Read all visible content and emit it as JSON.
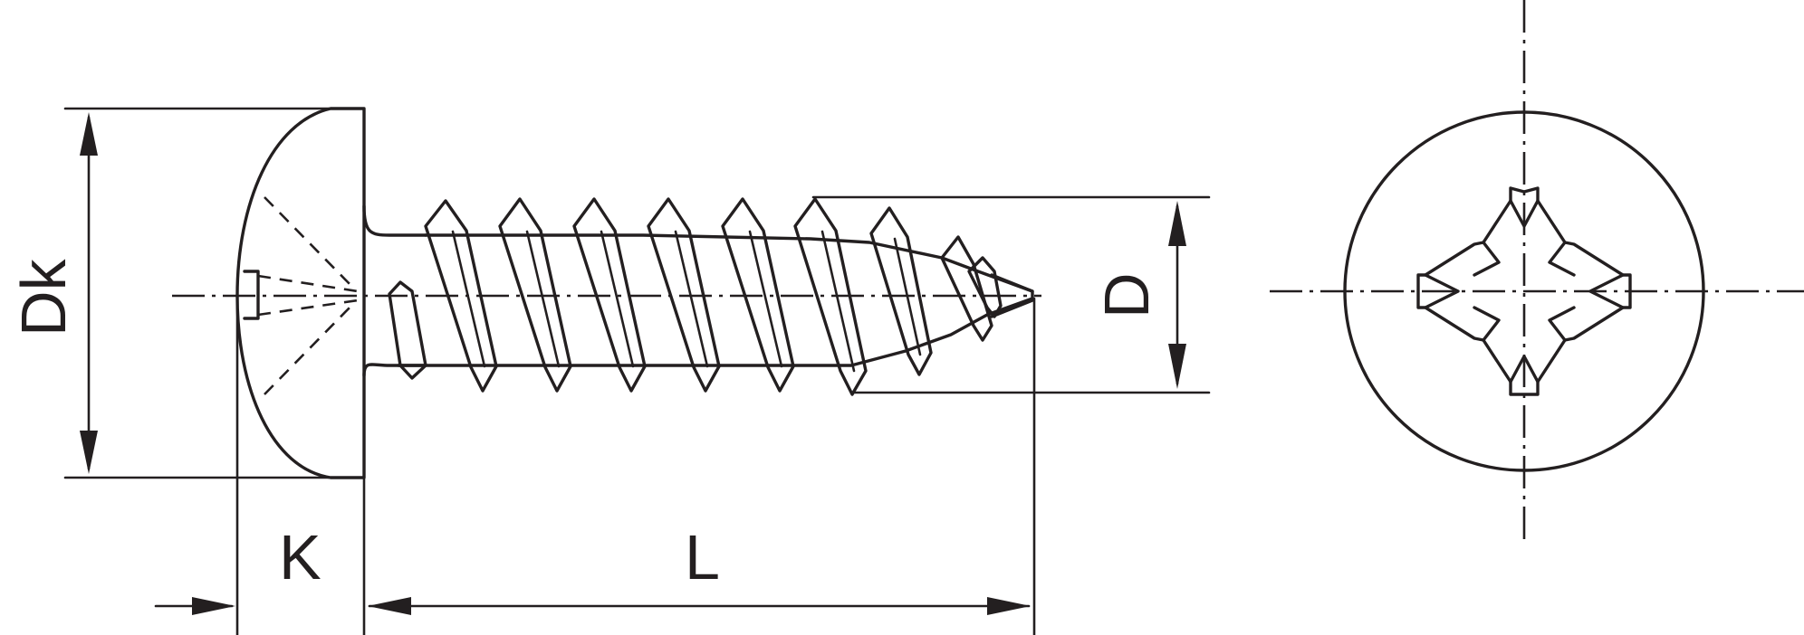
{
  "labels": {
    "head_diameter": "Dk",
    "head_height": "K",
    "length": "L",
    "thread_diameter": "D"
  }
}
